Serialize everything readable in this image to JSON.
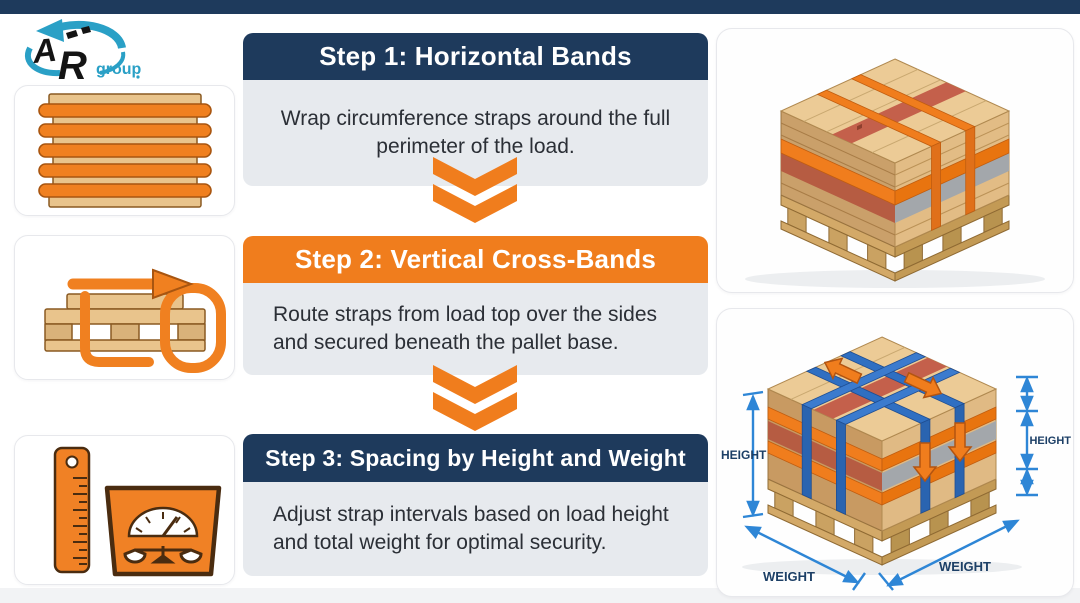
{
  "page": {
    "top_bar_color": "#1e3a5c",
    "background": "#ffffff",
    "footer_strip_color": "#f2f3f5"
  },
  "logo": {
    "part1": "A",
    "part2": "R",
    "part3": "group",
    "ink_color": "#141414",
    "accent_color": "#2aa0c6"
  },
  "colors": {
    "navy": "#1e3a5c",
    "orange": "#f07d1d",
    "card_body_gray": "#e7eaee",
    "body_text": "#2b2f36",
    "dimension_blue": "#2e86d6",
    "label_navy": "#1c3f66",
    "strap_blue": "#2f6fc2"
  },
  "steps": [
    {
      "title": "Step 1: Horizontal Bands",
      "body": "Wrap circumference straps around the full perimeter of the load.",
      "header_color": "#1e3a5c"
    },
    {
      "title": "Step 2: Vertical Cross-Bands",
      "body": "Route straps from load top over the sides and secured beneath the pallet base.",
      "header_color": "#f07d1d"
    },
    {
      "title": "Step 3: Spacing by Height and Weight",
      "body": "Adjust strap intervals based on load height and total weight for optimal security.",
      "header_color": "#1e3a5c"
    }
  ],
  "left_illustrations": [
    {
      "name": "pallet-with-horizontal-bands"
    },
    {
      "name": "strap-routing-side-view"
    },
    {
      "name": "ruler-and-weighing-scale"
    }
  ],
  "right_photos": [
    {
      "name": "strapped-pallet-orange-bands"
    },
    {
      "name": "strapped-pallet-dimension-diagram",
      "labels": {
        "height_left": "HEIGHT",
        "height_right": "HEIGHT",
        "weight_left": "WEIGHT",
        "weight_right": "WEIGHT"
      }
    }
  ]
}
